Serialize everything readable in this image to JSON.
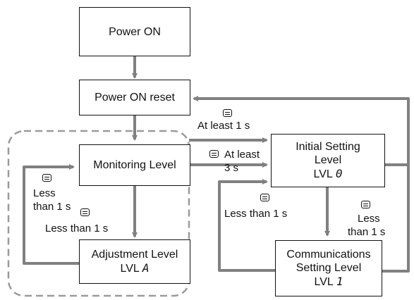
{
  "boxes": {
    "power_on": "Power ON",
    "power_on_reset": "Power ON reset",
    "monitoring": "Monitoring Level",
    "adjustment": {
      "line1": "Adjustment Level",
      "lvl": "LVL",
      "code": "A"
    },
    "initial": {
      "line1": "Initial Setting",
      "line2": "Level",
      "lvl": "LVL",
      "code": "0"
    },
    "communications": {
      "line1": "Communications",
      "line2": "Setting Level",
      "lvl": "LVL",
      "code": "1"
    }
  },
  "labels": {
    "at_least_1s": "At least 1 s",
    "at_least_3s_a": "At least",
    "at_least_3s_b": "3 s",
    "left_less_a": "Less",
    "left_less_b": "than 1 s",
    "mid_less": "Less than 1 s",
    "right_less_1s": "Less than 1 s",
    "comm_less_a": "Less",
    "comm_less_b": "than 1 s"
  },
  "icons": {
    "key": "level-key-icon"
  },
  "colors": {
    "arrow": "#808080",
    "dashed_group": "#9a9a9a",
    "box_border": "#111111"
  }
}
